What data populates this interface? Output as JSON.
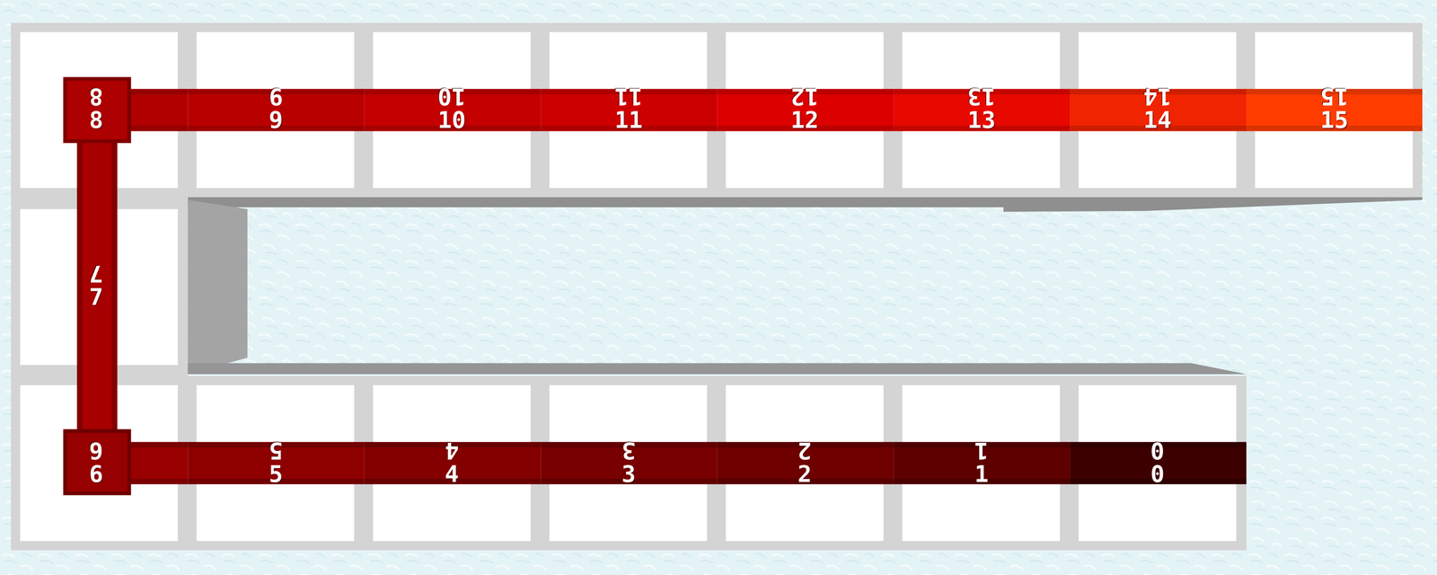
{
  "diagram": {
    "labels": [
      "0",
      "0",
      "1",
      "1",
      "2",
      "2",
      "3",
      "3",
      "4",
      "4",
      "5",
      "5",
      "6",
      "6",
      "7",
      "7",
      "8",
      "8",
      "9",
      "9",
      "10",
      "10",
      "11",
      "11",
      "12",
      "12",
      "13",
      "13",
      "14",
      "14",
      "15",
      "15"
    ]
  }
}
